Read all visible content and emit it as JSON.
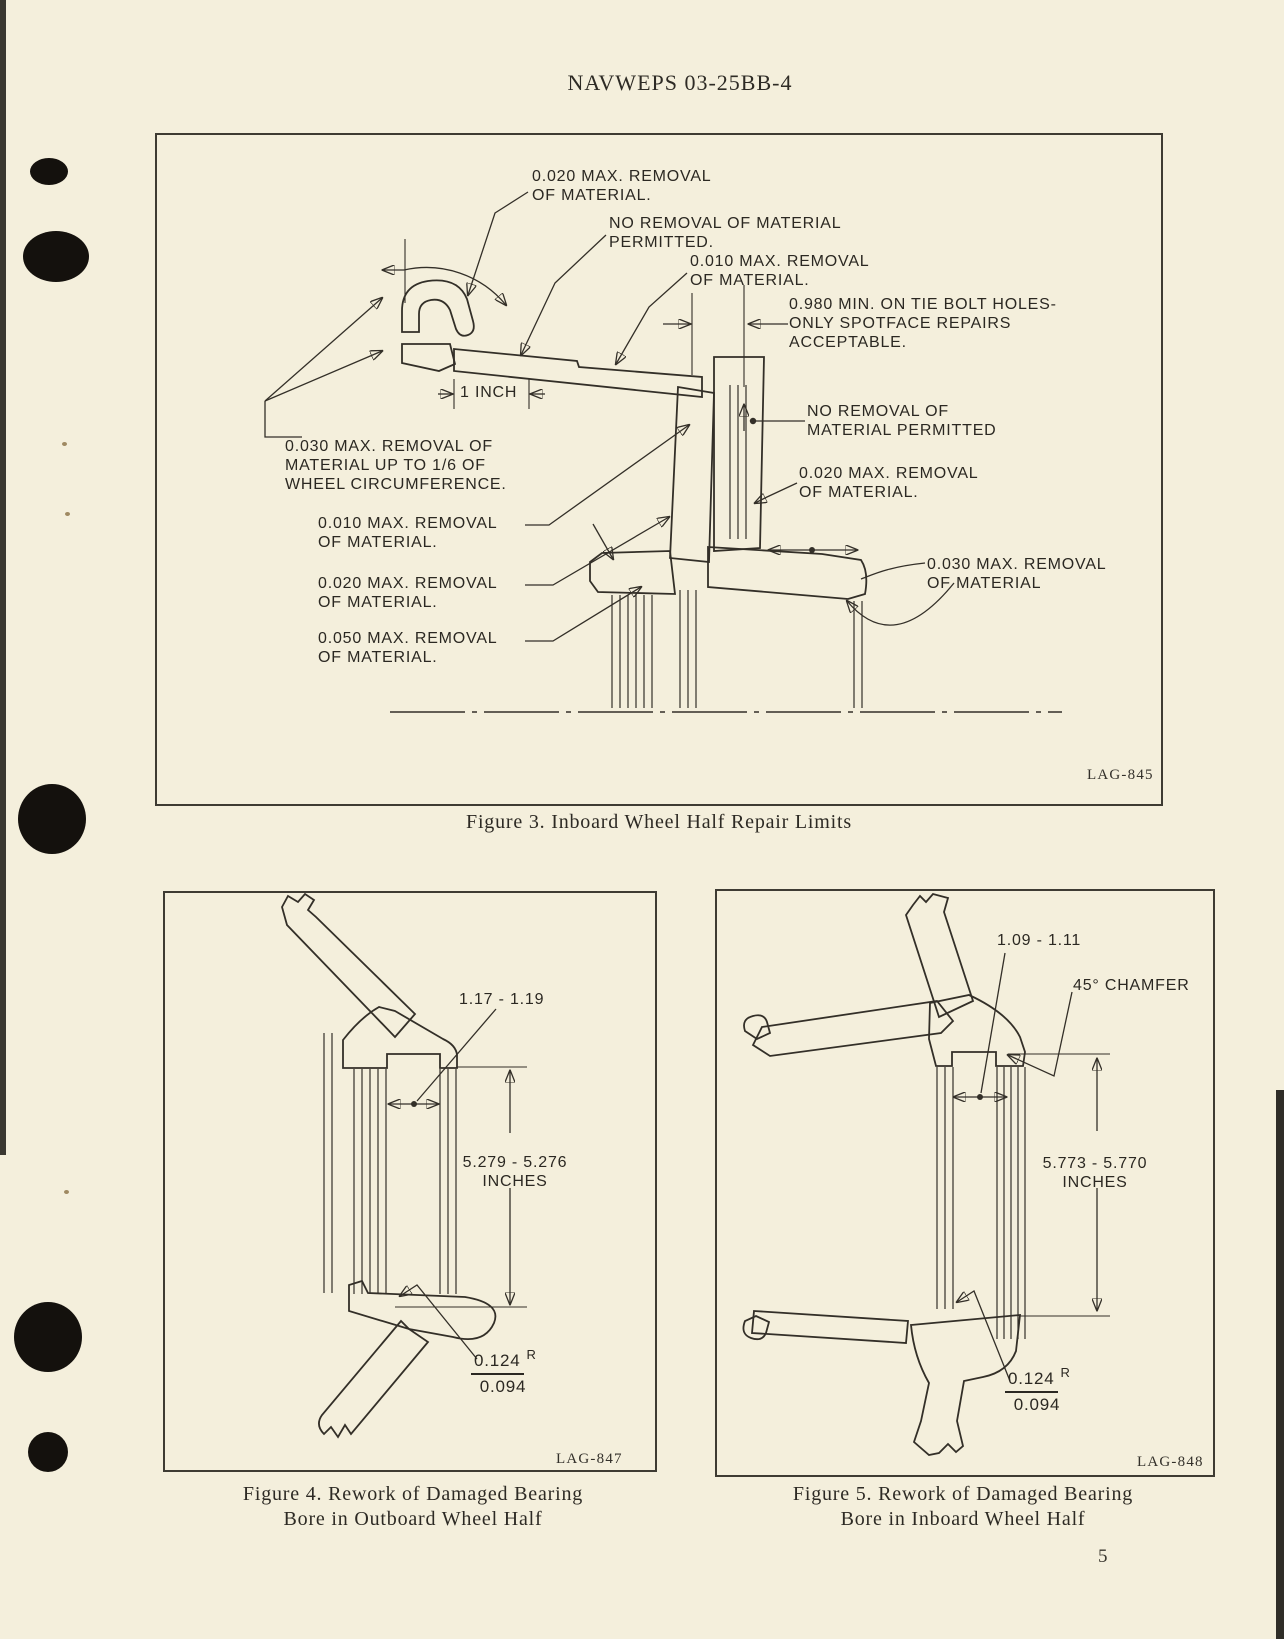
{
  "page": {
    "header": "NAVWEPS 03-25BB-4",
    "page_number": "5"
  },
  "figure3": {
    "caption": "Figure 3. Inboard Wheel Half Repair Limits",
    "drawing_id": "LAG-845",
    "labels": [
      {
        "text": "0.020 MAX. REMOVAL\nOF MATERIAL."
      },
      {
        "text": "NO REMOVAL OF MATERIAL\nPERMITTED."
      },
      {
        "text": "0.010 MAX. REMOVAL\nOF MATERIAL."
      },
      {
        "text": "0.980 MIN. ON TIE BOLT HOLES-\nONLY SPOTFACE REPAIRS\nACCEPTABLE."
      },
      {
        "text": "NO REMOVAL OF\nMATERIAL PERMITTED"
      },
      {
        "text": "0.020 MAX. REMOVAL\nOF MATERIAL."
      },
      {
        "text": "0.030 MAX. REMOVAL\nOF MATERIAL"
      },
      {
        "text": "1 INCH"
      },
      {
        "text": "0.030 MAX. REMOVAL OF\nMATERIAL UP TO 1/6 OF\nWHEEL CIRCUMFERENCE."
      },
      {
        "text": "0.010 MAX. REMOVAL\nOF MATERIAL."
      },
      {
        "text": "0.020 MAX. REMOVAL\nOF MATERIAL."
      },
      {
        "text": "0.050 MAX. REMOVAL\nOF MATERIAL."
      }
    ]
  },
  "figure4": {
    "caption": "Figure 4. Rework of Damaged Bearing\nBore in Outboard Wheel Half",
    "drawing_id": "LAG-847",
    "labels": {
      "bore_width": "1.17 - 1.19",
      "bore_depth": "5.279 - 5.276\nINCHES",
      "radius_max": "0.124",
      "radius_min": "0.094",
      "radius_unit": "R"
    }
  },
  "figure5": {
    "caption": "Figure 5. Rework of Damaged Bearing\nBore in Inboard Wheel Half",
    "drawing_id": "LAG-848",
    "labels": {
      "bore_width": "1.09 - 1.11",
      "chamfer": "45° CHAMFER",
      "bore_depth": "5.773 - 5.770\nINCHES",
      "radius_max": "0.124",
      "radius_min": "0.094",
      "radius_unit": "R"
    }
  }
}
